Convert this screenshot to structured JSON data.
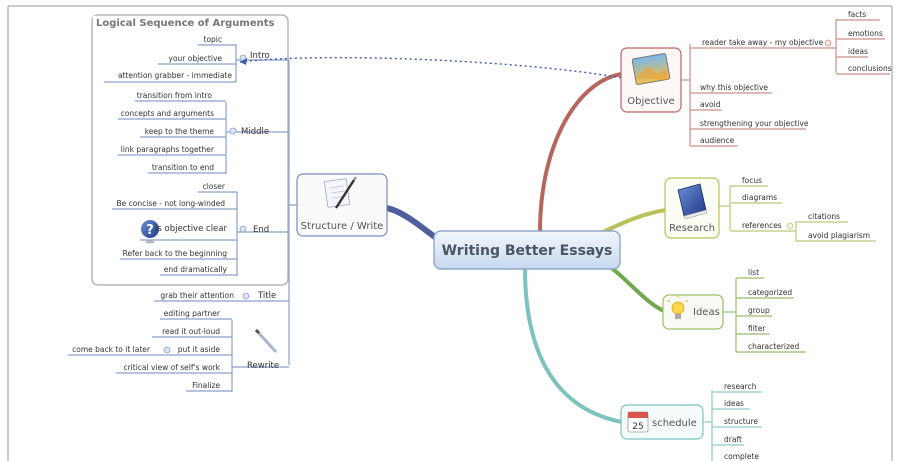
{
  "central": {
    "label": "Writing Better Essays"
  },
  "panel": {
    "title": "Logical Sequence of Arguments"
  },
  "structure": {
    "label": "Structure / Write"
  },
  "intro": {
    "label": "Intro",
    "items": [
      "topic",
      "your objective",
      "attention grabber - immediate"
    ]
  },
  "middle": {
    "label": "Middle",
    "items": [
      "transition from intro",
      "concepts and arguments",
      "keep to the theme",
      "link paragraphs together",
      "transition to end"
    ]
  },
  "end": {
    "label": "End",
    "items": [
      "closer",
      "Be concise - not long-winded",
      "is objective clear",
      "Refer back to the beginning",
      "end dramatically"
    ]
  },
  "title_node": {
    "label": "Title",
    "item": "grab their attention"
  },
  "rewrite": {
    "label": "Rewrite",
    "items": [
      "editing partner",
      "read it out-loud",
      "put it aside",
      "critical view of self's work",
      "Finalize"
    ],
    "put_aside_child": "come back to it later"
  },
  "objective": {
    "label": "Objective",
    "takeaway": "reader take away - my objective",
    "takeaway_items": [
      "facts",
      "emotions",
      "ideas",
      "conclusions"
    ],
    "items": [
      "why this objective",
      "avoid",
      "strengthening your objective",
      "audience"
    ]
  },
  "research": {
    "label": "Research",
    "items": [
      "focus",
      "diagrams",
      "references"
    ],
    "references_items": [
      "citations",
      "avoid plagiarism"
    ]
  },
  "ideas": {
    "label": "Ideas",
    "items": [
      "list",
      "categorized",
      "group",
      "filter",
      "characterized"
    ]
  },
  "schedule": {
    "label": "schedule",
    "items": [
      "research",
      "ideas",
      "structure",
      "draft",
      "complete"
    ],
    "calendar_day": "25"
  },
  "colors": {
    "objective": "#b5665f",
    "research": "#b9c25a",
    "ideas": "#6fa84d",
    "schedule": "#7ec2bd",
    "structure": "#4f5e9c"
  }
}
